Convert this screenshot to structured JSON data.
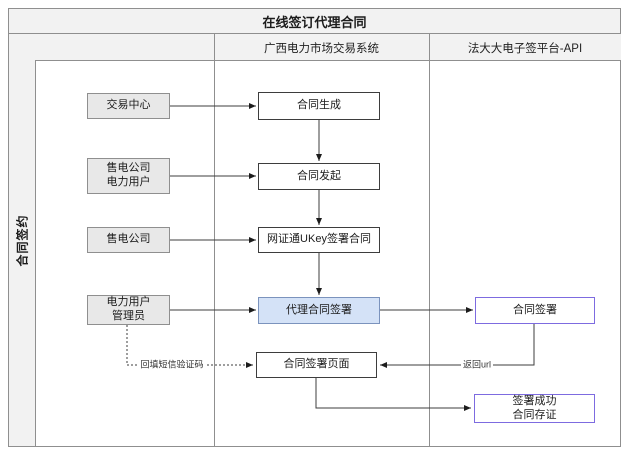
{
  "title": "在线签订代理合同",
  "lane": {
    "label": "合同签约"
  },
  "headers": {
    "system": "广西电力市场交易系统",
    "api": "法大大电子签平台-API"
  },
  "actors": [
    {
      "label": "交易中心"
    },
    {
      "label": "售电公司\n电力用户"
    },
    {
      "label": "售电公司"
    },
    {
      "label": "电力用户\n管理员"
    }
  ],
  "process": [
    {
      "label": "合同生成"
    },
    {
      "label": "合同发起"
    },
    {
      "label": "网证通UKey签署合同"
    },
    {
      "label": "代理合同签署"
    },
    {
      "label": "合同签署页面"
    }
  ],
  "api_nodes": [
    {
      "label": "合同签署"
    },
    {
      "label": "签署成功\n合同存证"
    }
  ],
  "edge_labels": {
    "return_url": "返回url",
    "sms_code": "回填短信验证码"
  },
  "colors": {
    "lane_fill": "#f2f2f2",
    "actor_fill": "#e8e8e8",
    "highlight_fill": "#d4e2f7",
    "highlight_border": "#7b93bd",
    "api_border": "#7d6be0",
    "grid_line": "#8f8f8f",
    "edge_line": "#3d3d3d"
  }
}
